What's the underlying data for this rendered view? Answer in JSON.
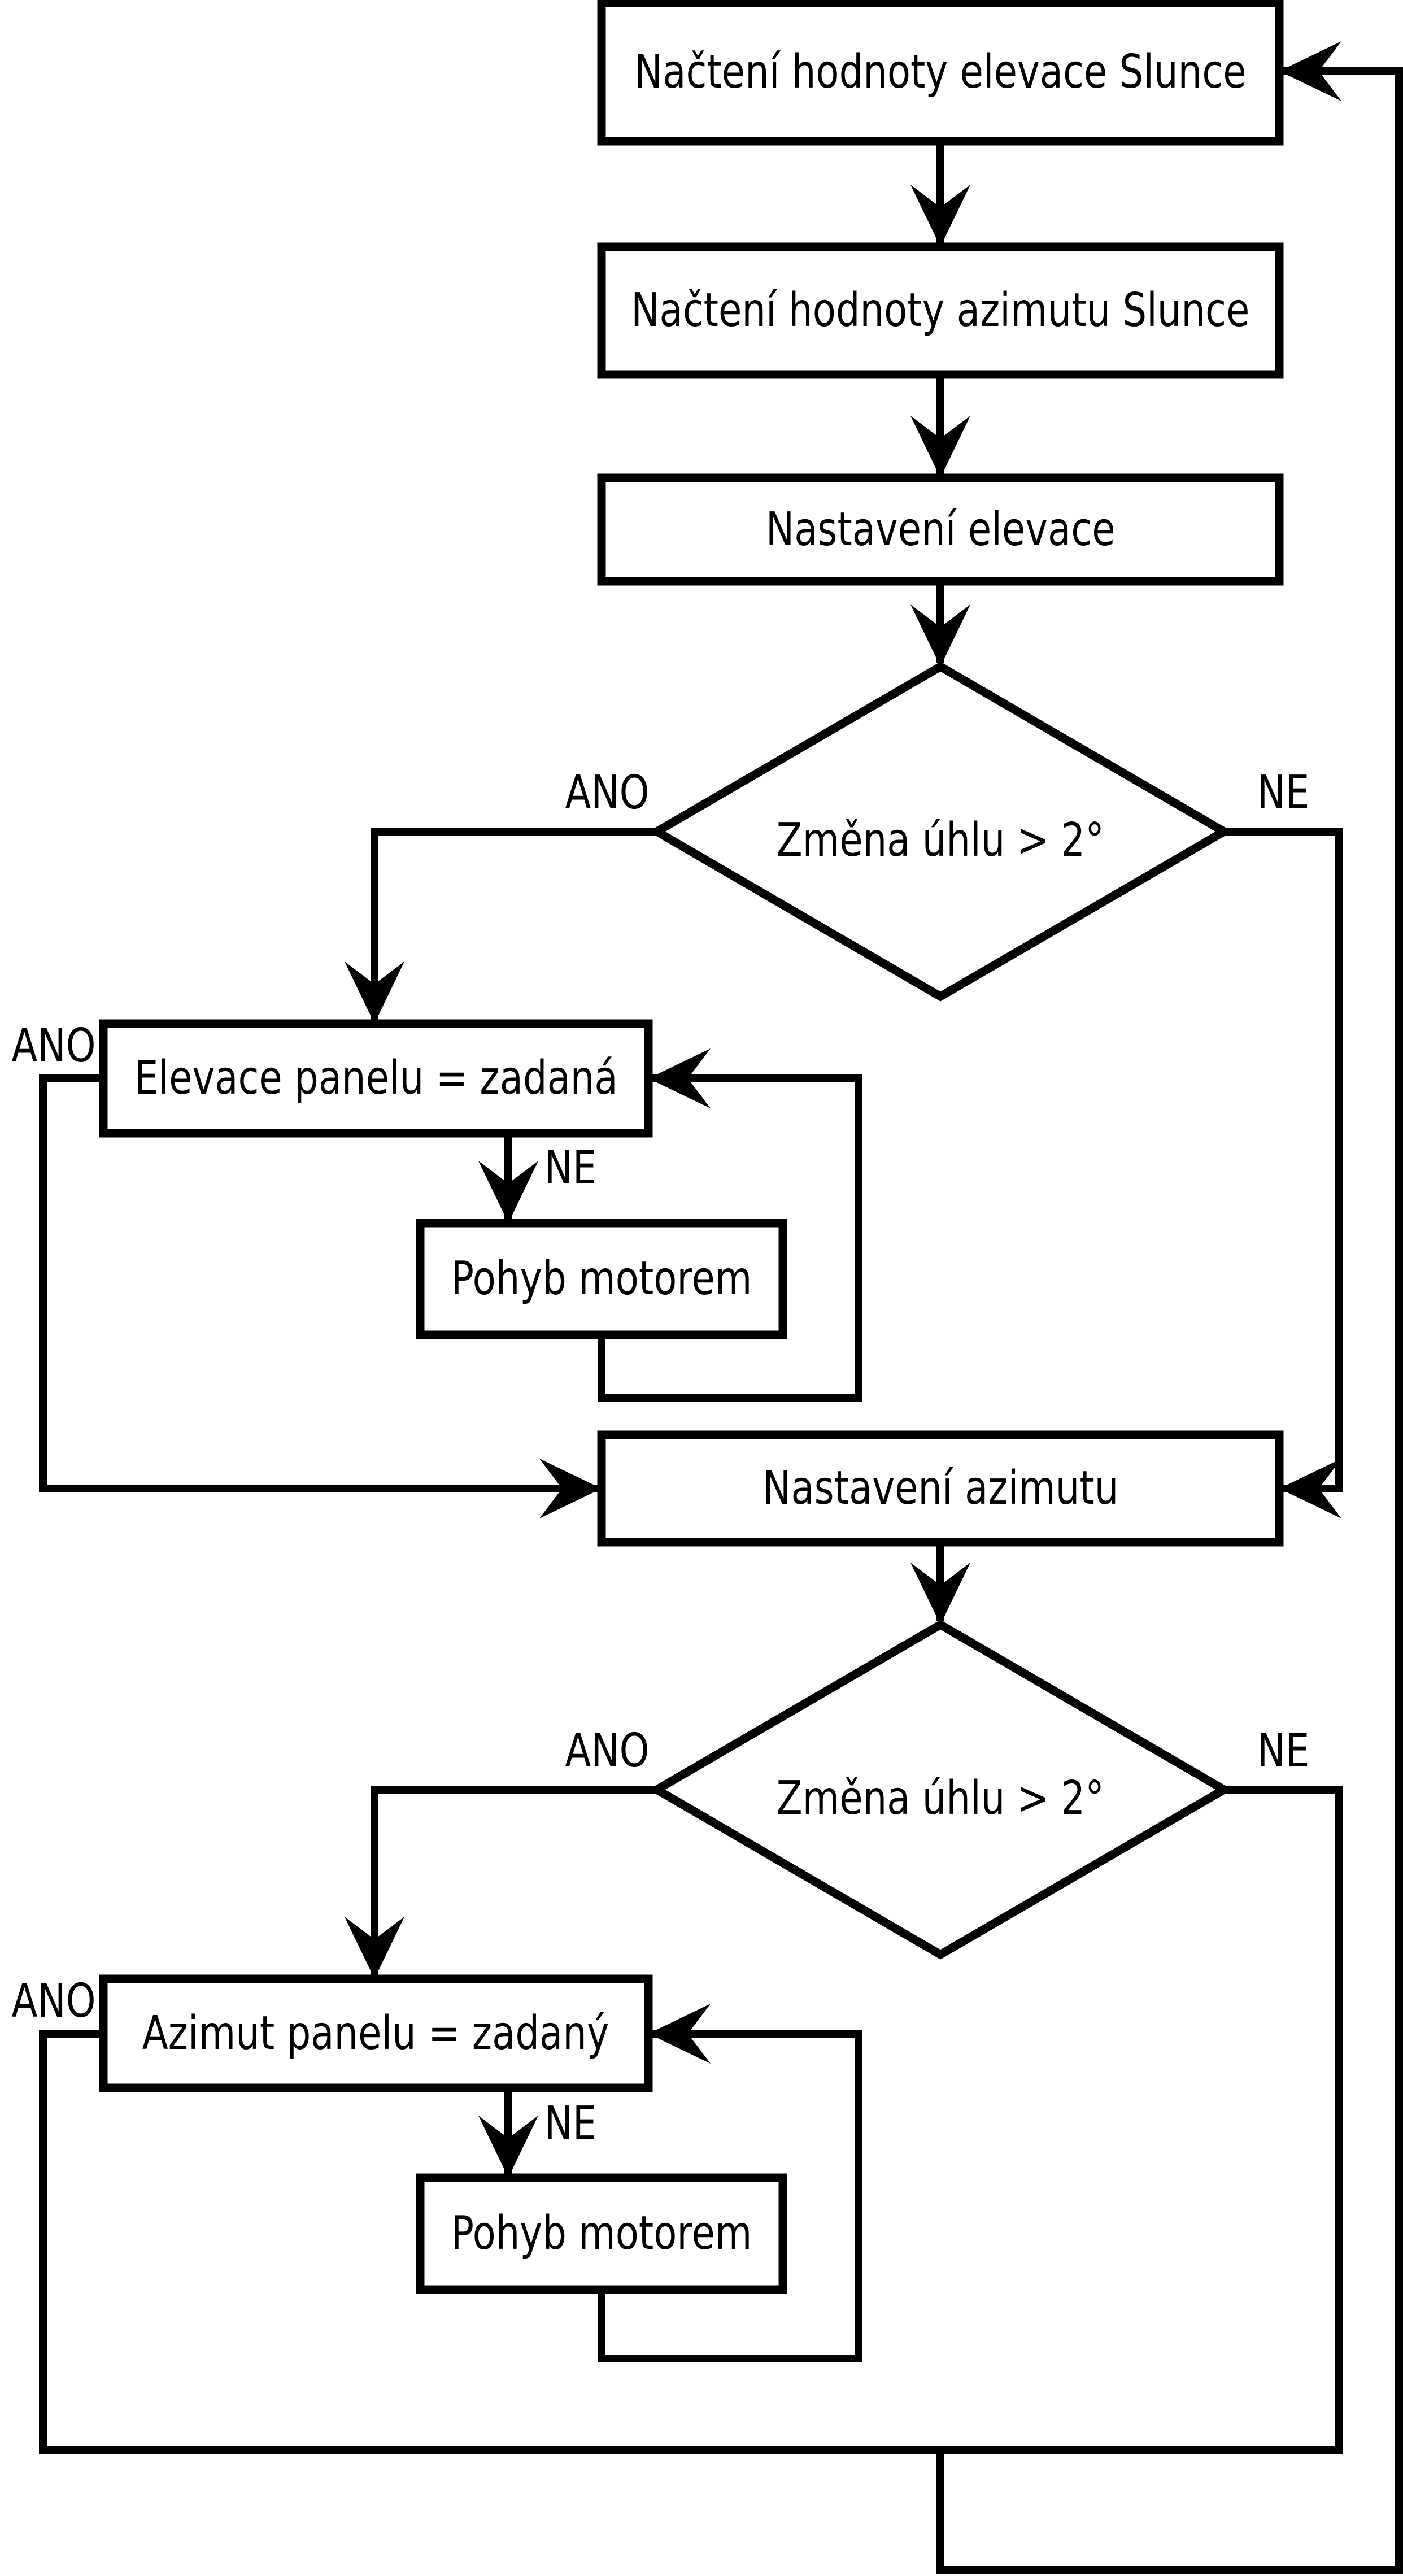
{
  "diagram": {
    "title_hint": "Solar tracker control loop flowchart (Czech)",
    "colors": {
      "stroke": "#000000",
      "background": "#ffffff"
    },
    "nodes": {
      "load_elevation": "Načtení hodnoty elevace Slunce",
      "load_azimuth": "Načtení hodnoty azimutu Slunce",
      "set_elevation": "Nastavení elevace",
      "decision_elevation": "Změna úhlu > 2°",
      "elevation_equal": "Elevace panelu = zadaná",
      "motor_elevation": "Pohyb motorem",
      "set_azimuth": "Nastavení azimutu",
      "decision_azimuth": "Změna úhlu > 2°",
      "azimuth_equal": "Azimut panelu = zadaný",
      "motor_azimuth": "Pohyb motorem"
    },
    "edges": {
      "d1_ano": "ANO",
      "d1_ne": "NE",
      "b4_ano": "ANO",
      "b4_ne": "NE",
      "d2_ano": "ANO",
      "d2_ne": "NE",
      "b7_ano": "ANO",
      "b7_ne": "NE"
    }
  }
}
